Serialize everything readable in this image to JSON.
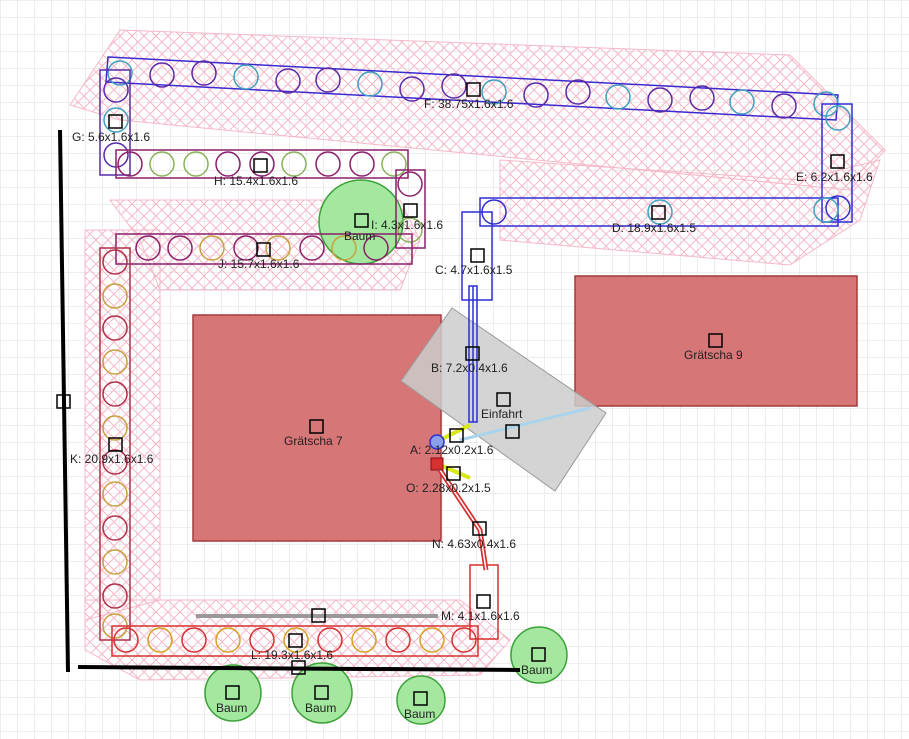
{
  "labels": {
    "F": "F: 38.75x1.6x1.6",
    "G": "G: 5.6x1.6x1.6",
    "H": "H: 15.4x1.6x1.6",
    "I": "I: 4.3x1.6x1.6",
    "J": "J: 15.7x1.6x1.6",
    "E": "E: 6.2x1.6x1.6",
    "D": "D: 18.9x1.6x1.5",
    "C": "C: 4.7x1.6x1.5",
    "B": "B: 7.2x0.4x1.6",
    "A": "A: 2.12x0.2x1.6",
    "O": "O: 2.28x0.2x1.5",
    "N": "N: 4.63x0.4x1.6",
    "M": "M: 4.1x1.6x1.6",
    "K": "K: 20.9x1.6x1.6",
    "L": "L: 19.3x1.6x1.6"
  },
  "buildings": {
    "g7": "Grätscha 7",
    "g9": "Grätscha 9"
  },
  "entrance": "Einfahrt",
  "tree_label": "Baum",
  "colors": {
    "grid": "#dddddd",
    "building_fill": "#d67676",
    "building_stroke": "#a33b3b",
    "hatch": "#f6b8c8",
    "tree_fill": "#a4e8a0",
    "tree_stroke": "#3ca23a",
    "blue": "#2f2fd6",
    "purple": "#5a2aa8",
    "magenta": "#8a1f6a",
    "red": "#d63030",
    "entrance_fill": "#cccccc",
    "yellow": "#d8e818",
    "light_blue": "#a9d4ec"
  }
}
